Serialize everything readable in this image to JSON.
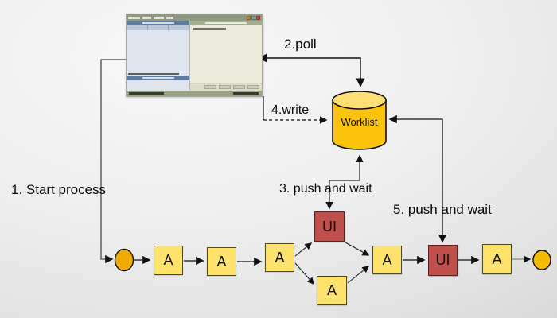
{
  "diagram": {
    "title_hint": "workflow worklist push-pull diagram",
    "labels": {
      "start_process": "1. Start process",
      "poll": "2.poll",
      "push_and_wait_3": "3. push and wait",
      "write": "4.write",
      "push_and_wait_5": "5. push and wait"
    },
    "worklist": {
      "label": "Worklist",
      "body_fill": "#fcc30b",
      "top_fill": "#ffdf73"
    },
    "nodes": [
      {
        "id": "a1",
        "type": "activity",
        "label": "A"
      },
      {
        "id": "a2",
        "type": "activity",
        "label": "A"
      },
      {
        "id": "a3",
        "type": "activity",
        "label": "A"
      },
      {
        "id": "ui1",
        "type": "user-task",
        "label": "UI"
      },
      {
        "id": "a4",
        "type": "activity",
        "label": "A"
      },
      {
        "id": "a5",
        "type": "activity",
        "label": "A"
      },
      {
        "id": "ui2",
        "type": "user-task",
        "label": "UI"
      },
      {
        "id": "a6",
        "type": "activity",
        "label": "A"
      }
    ],
    "events": [
      {
        "id": "start-event",
        "shape": "circle"
      },
      {
        "id": "end-event",
        "shape": "circle"
      }
    ],
    "colors": {
      "activity_fill": "#ffe26b",
      "activity_border": "#4a4a20",
      "ui_fill": "#c0504d",
      "ui_border": "#59201e",
      "event_fill": "#f2b100",
      "line": "#111111",
      "background": "#e9e9e9"
    }
  }
}
